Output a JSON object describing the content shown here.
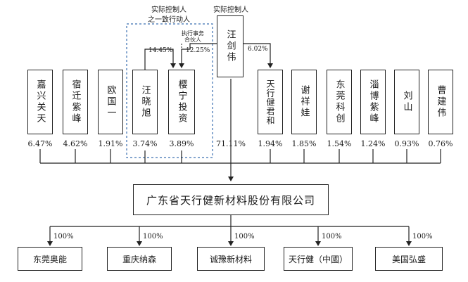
{
  "controller": {
    "name": "汪剑伟",
    "label": "实际控制人",
    "concert_label_line1": "实际控制人",
    "concert_label_line2": "之一致行动人",
    "gp_line1": "执行事务",
    "gp_line2": "合伙人",
    "pct_to_yingning": "12.25%",
    "pct_to_tianxing_junhe": "6.02%",
    "pct_in_company": "71.11%",
    "wang_xiaoxu_pct_in_yingning": "14.45%"
  },
  "shareholders": [
    {
      "name": "嘉兴关天",
      "pct": "6.47%"
    },
    {
      "name": "宿迁紫峰",
      "pct": "4.62%"
    },
    {
      "name": "欧国一",
      "pct": "1.91%"
    },
    {
      "name": "汪晓旭",
      "pct": "3.74%"
    },
    {
      "name": "樱宁投资",
      "pct": "3.89%"
    },
    {
      "name": "天行健君和",
      "pct": "1.94%"
    },
    {
      "name": "谢祥娃",
      "pct": "1.85%"
    },
    {
      "name": "东莞科创",
      "pct": "1.54%"
    },
    {
      "name": "淄博紫峰",
      "pct": "1.24%"
    },
    {
      "name": "刘山",
      "pct": "0.93%"
    },
    {
      "name": "曹建伟",
      "pct": "0.76%"
    }
  ],
  "company": {
    "name": "广东省天行健新材料股份有限公司"
  },
  "subsidiaries": [
    {
      "name": "东莞奥能",
      "pct": "100%"
    },
    {
      "name": "重庆纳森",
      "pct": "100%"
    },
    {
      "name": "诚豫新材料",
      "pct": "100%"
    },
    {
      "name": "天行健（中國）",
      "pct": "100%"
    },
    {
      "name": "美国弘盛",
      "pct": "100%"
    }
  ],
  "colors": {
    "line": "#222222",
    "dashed": "#3a6fb0"
  }
}
